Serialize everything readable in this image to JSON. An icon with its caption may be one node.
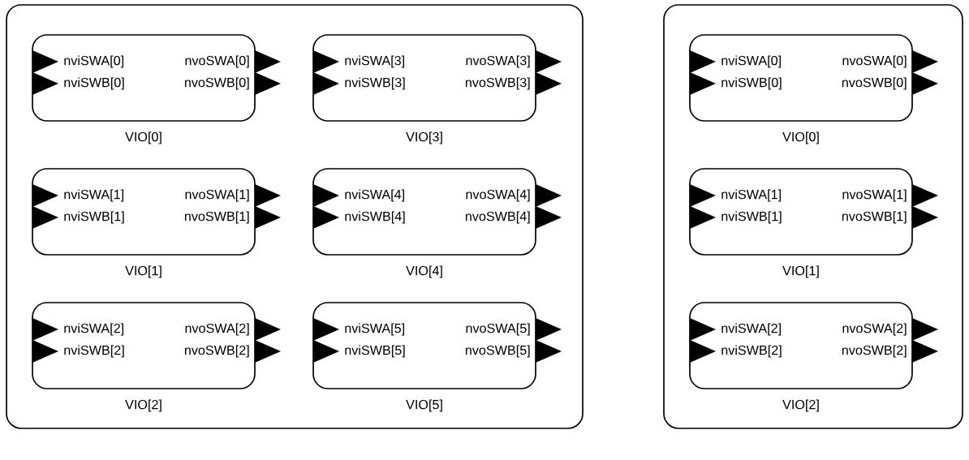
{
  "diagram": {
    "nodes": [
      {
        "text": [],
        "shape": "box"
      },
      {
        "text": [
          "nviSWA[0]",
          "nvoSWA[0]",
          "nviSWB[0]",
          "nvoSWB[0]",
          "VIO[0]"
        ],
        "in": 0
      },
      {
        "text": [
          "nviSWA[3]",
          "nvoSWA[3]",
          "nviSWB[3]",
          "nvoSWB[3]",
          "VIO[3]"
        ],
        "in": 0
      },
      {
        "text": [
          "nviSWA[1]",
          "nvoSWA[1]",
          "nviSWB[1]",
          "nvoSWB[1]",
          "VIO[1]"
        ],
        "in": 0
      },
      {
        "text": [
          "nviSWA[4]",
          "nvoSWA[4]",
          "nviSWB[4]",
          "nvoSWB[4]",
          "VIO[4]"
        ],
        "in": 0
      },
      {
        "text": [
          "nviSWA[2]",
          "nvoSWA[2]",
          "nviSWB[2]",
          "nvoSWB[2]",
          "VIO[2]"
        ],
        "in": 0
      },
      {
        "text": [
          "nviSWA[5]",
          "nvoSWA[5]",
          "nviSWB[5]",
          "nvoSWB[5]",
          "VIO[5]"
        ],
        "in": 0
      },
      {
        "text": [],
        "shape": "box"
      },
      {
        "text": [
          "nviSWA[0]",
          "nvoSWA[0]",
          "nviSWB[0]",
          "nvoSWB[0]",
          "VIO[0]"
        ],
        "in": 7
      },
      {
        "text": [
          "nviSWA[1]",
          "nvoSWA[1]",
          "nviSWB[1]",
          "nvoSWB[1]",
          "VIO[1]"
        ],
        "in": 7
      },
      {
        "text": [
          "nviSWA[2]",
          "nvoSWA[2]",
          "nviSWB[2]",
          "nvoSWB[2]",
          "VIO[2]"
        ],
        "in": 7
      }
    ]
  }
}
